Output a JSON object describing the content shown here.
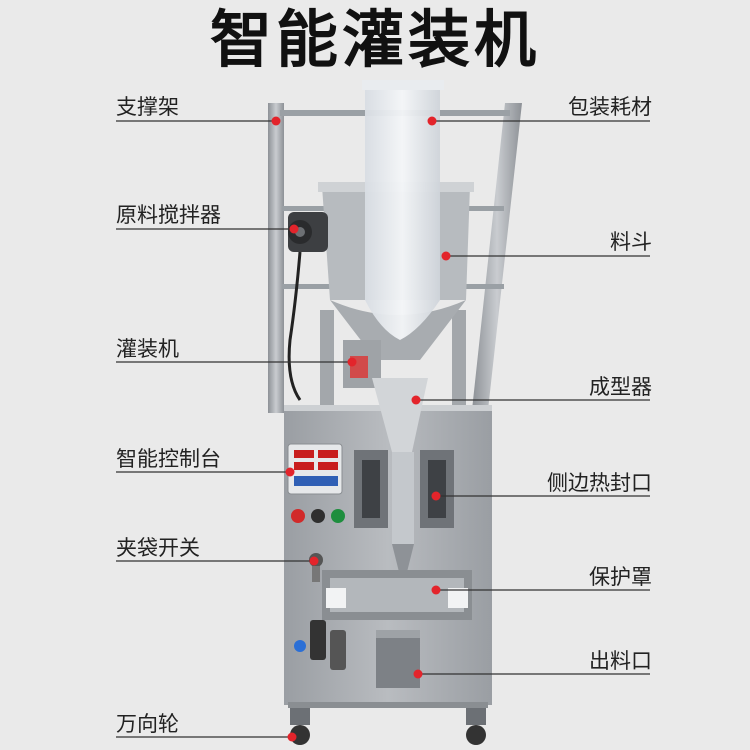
{
  "title": "智能灌装机",
  "colors": {
    "background": "#eaeaea",
    "marker": "#e3242b",
    "leader": "#333333",
    "steel": "#a9adb1"
  },
  "labels": {
    "support_frame": "支撑架",
    "packaging_film": "包装耗材",
    "mixer": "原料搅拌器",
    "hopper": "料斗",
    "filler": "灌装机",
    "former": "成型器",
    "control_panel": "智能控制台",
    "side_heat_seal": "侧边热封口",
    "bag_clamp_switch": "夹袋开关",
    "protective_cover": "保护罩",
    "outlet": "出料口",
    "casters": "万向轮"
  }
}
